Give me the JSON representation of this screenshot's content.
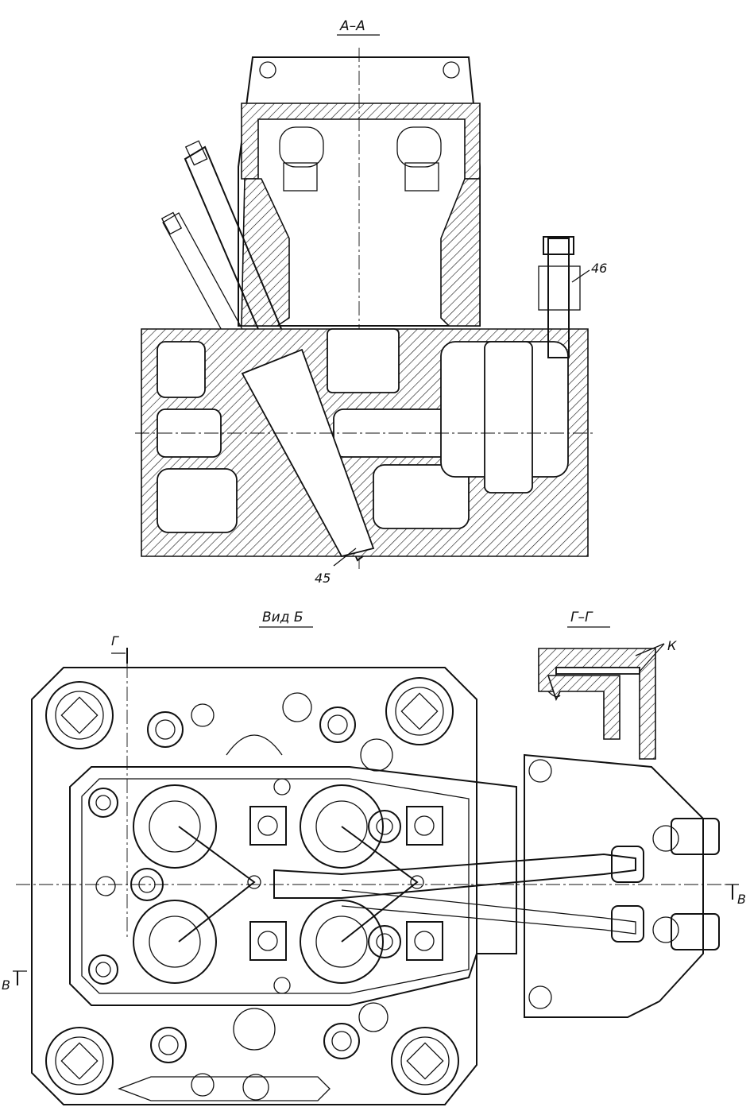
{
  "labels": {
    "section_aa": "А–А",
    "view_b": "Вид Б",
    "section_gg": "Г–Г",
    "part_45": "45",
    "part_46": "46",
    "mark_k": "К",
    "mark_g": "Г",
    "mark_v_left": "В",
    "mark_v_right": "В"
  },
  "colors": {
    "line": "#111111",
    "background": "#ffffff"
  }
}
